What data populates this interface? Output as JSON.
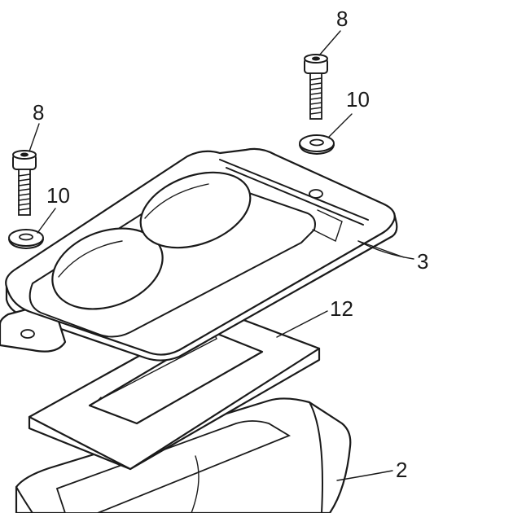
{
  "callouts": {
    "bolt_right": "8",
    "washer_right": "10",
    "bolt_left": "8",
    "washer_left": "10",
    "plate": "3",
    "gasket": "12",
    "base": "2"
  }
}
